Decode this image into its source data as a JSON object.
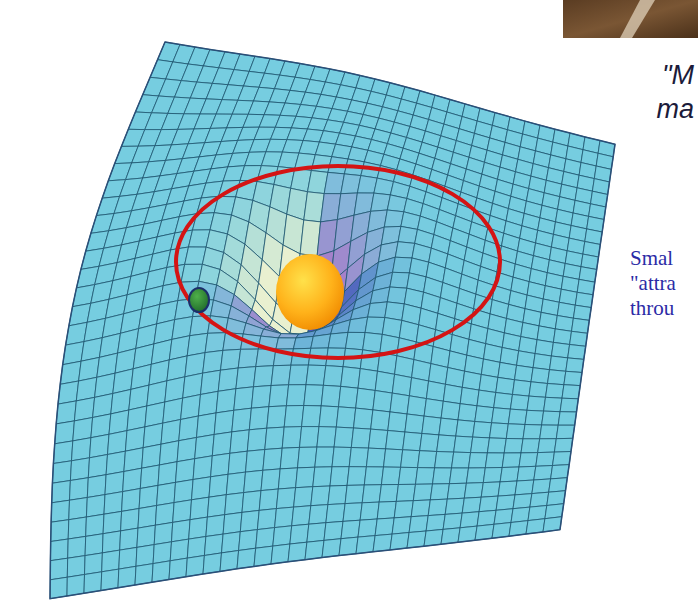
{
  "diagram": {
    "labels": [
      "\"M",
      "ma",
      "Smal",
      "\"attra",
      "throu"
    ]
  }
}
